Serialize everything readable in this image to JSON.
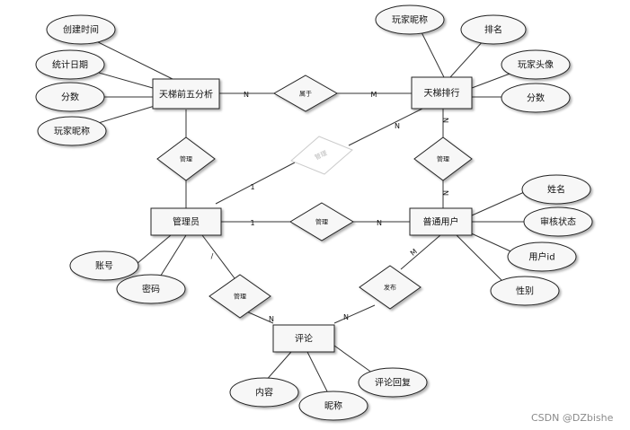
{
  "entities": {
    "ladder_top5": "天梯前五分析",
    "ladder_rank": "天梯排行",
    "admin": "管理员",
    "user": "普通用户",
    "comment": "评论"
  },
  "attributes": {
    "create_time": "创建时间",
    "stat_date": "统计日期",
    "score_top5": "分数",
    "player_nick_top5": "玩家昵称",
    "player_nick_rank": "玩家昵称",
    "rank": "排名",
    "player_avatar": "玩家头像",
    "score_rank": "分数",
    "account": "账号",
    "password": "密码",
    "name": "姓名",
    "audit_status": "审核状态",
    "user_id": "用户id",
    "gender": "性别",
    "content": "内容",
    "nickname": "昵称",
    "comment_reply": "评论回复"
  },
  "relationships": {
    "belongs_to": "属于",
    "manage_top5": "管理",
    "manage_rank": "管理",
    "manage_user": "管理",
    "manage_ladder_faded": "管理",
    "manage_comment": "管理",
    "publish": "发布"
  },
  "cardinalities": {
    "top5_belongs": "N",
    "belongs_rank": "M",
    "rank_manage": "N",
    "manage_user_rank": "N",
    "admin_faded": "1",
    "faded_rank": "N",
    "admin_manage_user": "1",
    "manage_user_end": "N",
    "admin_manage_comment": "/",
    "manage_comment_end": "N",
    "publish_comment": "N",
    "user_publish": "M"
  },
  "watermark": "CSDN @DZbishe"
}
